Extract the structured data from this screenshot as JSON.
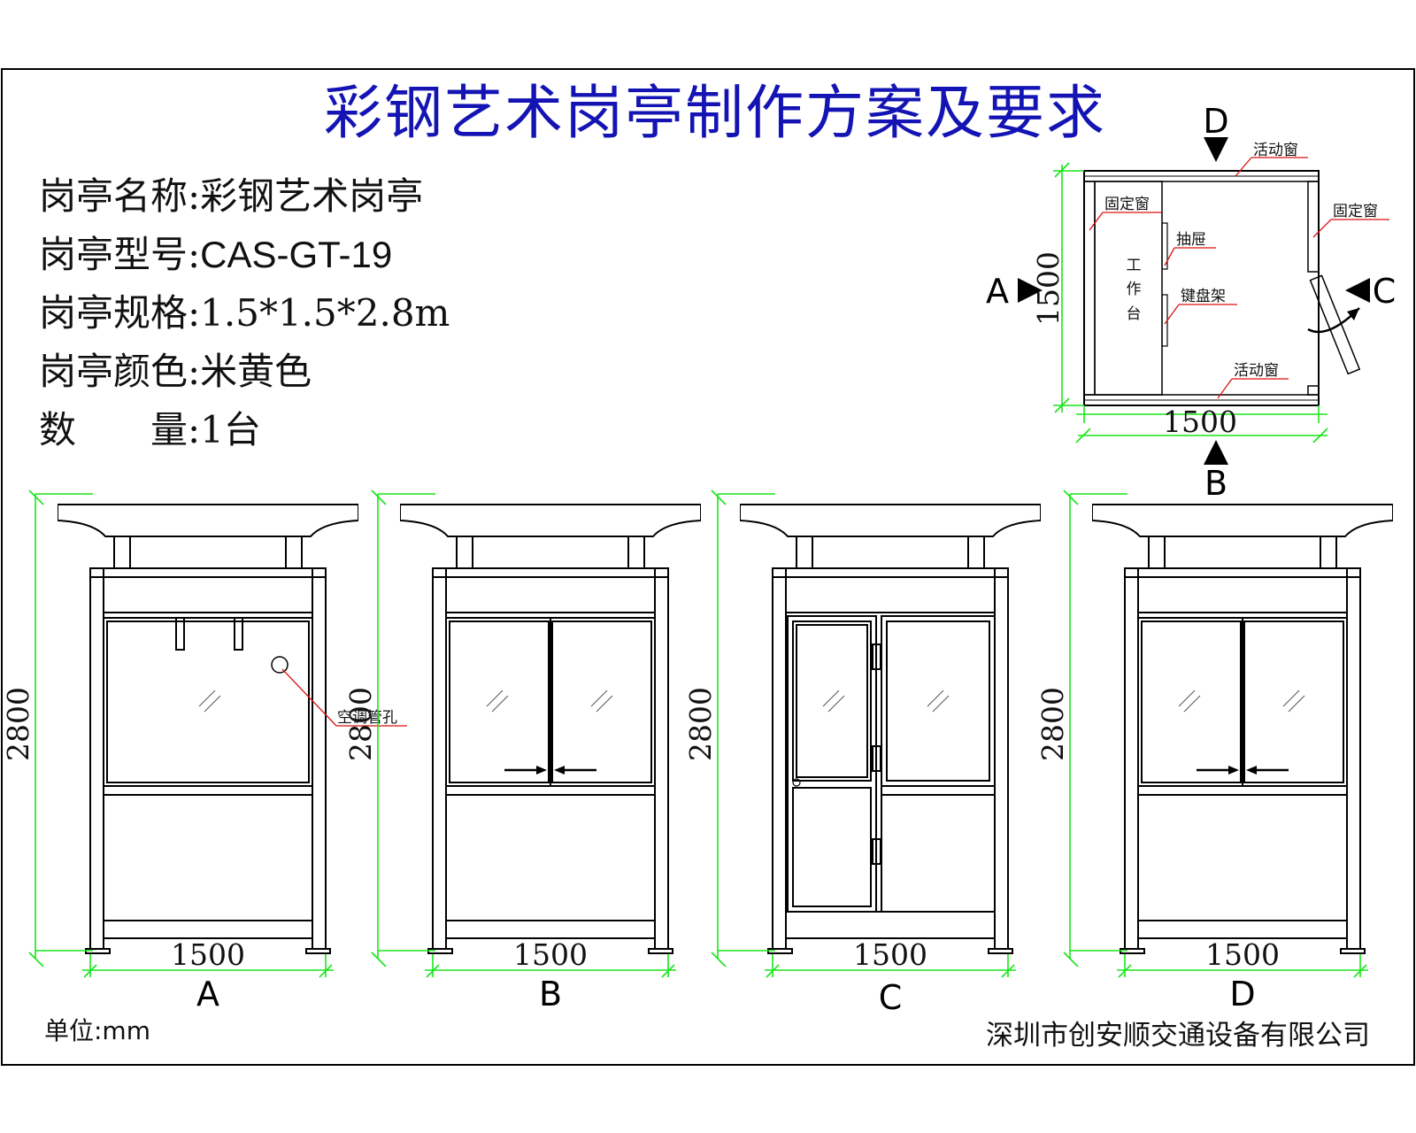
{
  "title": "彩钢艺术岗亭制作方案及要求",
  "specs": [
    {
      "label": "岗亭名称:",
      "value": "彩钢艺术岗亭"
    },
    {
      "label": "岗亭型号:",
      "value": "CAS-GT-19"
    },
    {
      "label": "岗亭规格:",
      "value": "1.5*1.5*2.8m"
    },
    {
      "label": "岗亭颜色:",
      "value": "米黄色"
    },
    {
      "label": "数　　量:",
      "value": "1台"
    }
  ],
  "plan": {
    "width_dim": "1500",
    "depth_dim": "1500",
    "view_labels": {
      "a": "A",
      "b": "B",
      "c": "C",
      "d": "D"
    },
    "callouts": {
      "sliding_window_top": "活动窗",
      "fixed_window_left": "固定窗",
      "fixed_window_right": "固定窗",
      "drawer": "抽屉",
      "keyboard_tray": "键盘架",
      "sliding_window_bottom": "活动窗"
    },
    "workbench": [
      "工",
      "作",
      "台"
    ]
  },
  "elevations": [
    {
      "view": "A",
      "width_dim": "1500",
      "height_dim": "2800",
      "note": "空调管孔"
    },
    {
      "view": "B",
      "width_dim": "1500",
      "height_dim": "2800"
    },
    {
      "view": "C",
      "width_dim": "1500",
      "height_dim": "2800"
    },
    {
      "view": "D",
      "width_dim": "1500",
      "height_dim": "2800"
    }
  ],
  "unit": "单位:mm",
  "company": "深圳市创安顺交通设备有限公司",
  "colors": {
    "title": "#1414b4",
    "dimension": "#19e619",
    "leader": "#d11111"
  }
}
